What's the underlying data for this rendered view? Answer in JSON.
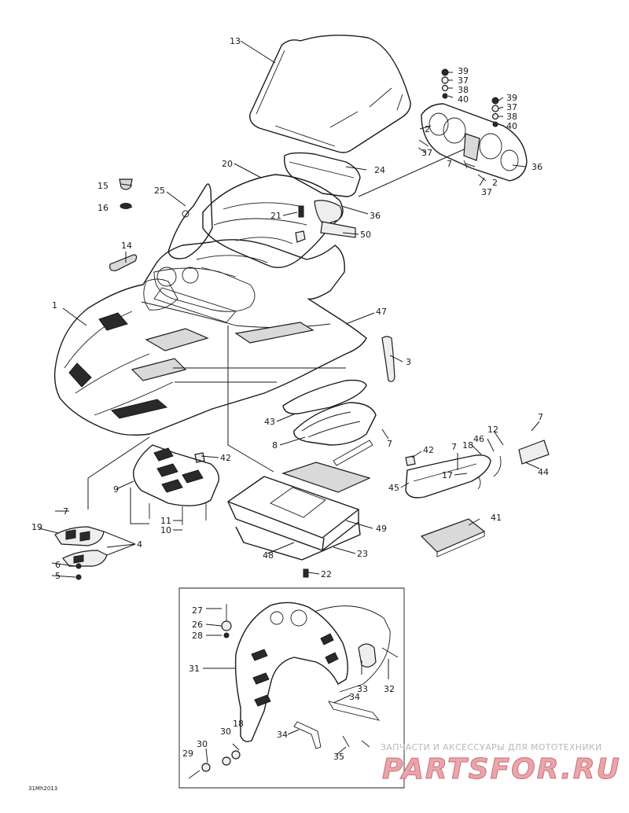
{
  "diagram": {
    "drawing_code": "31Mh2013",
    "watermark": {
      "caption": "ЗАПЧАСТИ И АКСЕССУАРЫ ДЛЯ МОТОТЕХНИКИ",
      "logo_text": "PARTSFOR.RU"
    },
    "callouts": {
      "c1": "1",
      "c2a": "2",
      "c2b": "2",
      "c3": "3",
      "c4": "4",
      "c5": "5",
      "c6": "6",
      "c7a": "7",
      "c7b": "7",
      "c7c": "7",
      "c7d": "7",
      "c7e": "7",
      "c8": "8",
      "c9": "9",
      "c10": "10",
      "c11": "11",
      "c12": "12",
      "c13": "13",
      "c14": "14",
      "c15": "15",
      "c16": "16",
      "c17": "17",
      "c18a": "18",
      "c18b": "18",
      "c19": "19",
      "c20": "20",
      "c21": "21",
      "c22": "22",
      "c23": "23",
      "c24": "24",
      "c25": "25",
      "c26": "26",
      "c27": "27",
      "c28": "28",
      "c29": "29",
      "c30a": "30",
      "c30b": "30",
      "c31": "31",
      "c32": "32",
      "c33": "33",
      "c34a": "34",
      "c34b": "34",
      "c35": "35",
      "c36a": "36",
      "c36b": "36",
      "c37a": "37",
      "c37b": "37",
      "c37c": "37",
      "c37d": "37",
      "c38a": "38",
      "c38b": "38",
      "c39a": "39",
      "c39b": "39",
      "c40a": "40",
      "c40b": "40",
      "c41": "41",
      "c42a": "42",
      "c42b": "42",
      "c43": "43",
      "c44": "44",
      "c45": "45",
      "c46": "46",
      "c47": "47",
      "c48": "48",
      "c49": "49",
      "c50": "50"
    }
  }
}
